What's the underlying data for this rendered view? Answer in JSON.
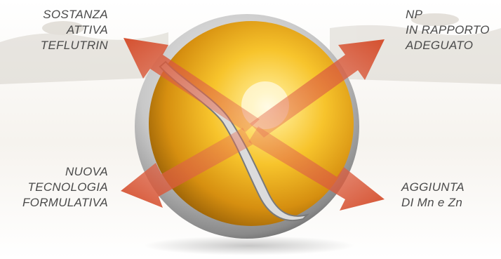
{
  "labels": {
    "top_left": [
      "SOSTANZA",
      "ATTIVA",
      "TEFLUTRIN"
    ],
    "top_right": [
      "NP",
      "IN RAPPORTO",
      "ADEGUATO"
    ],
    "bottom_left": [
      "NUOVA",
      "TECNOLOGIA",
      "FORMULATIVA"
    ],
    "bottom_right": [
      "AGGIUNTA",
      "DI Mn e Zn"
    ]
  },
  "colors": {
    "text": "#4a4a4a",
    "arrow": "#d95b3c",
    "sphere_core": "#f7c42c",
    "sphere_shell": "#8d8d8d"
  }
}
